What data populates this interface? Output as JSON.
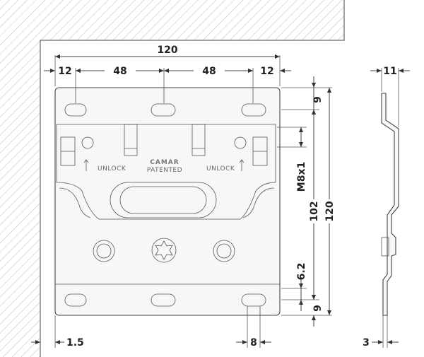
{
  "drawing": {
    "dimensions": {
      "overall_width": "120",
      "edge_left": "12",
      "slot_left": "48",
      "slot_right": "48",
      "edge_right": "12",
      "side_width": "11",
      "top_offset": "9",
      "thread": "M8x1",
      "slot_span": "102",
      "overall_height": "120",
      "bottom_gap": "6.2",
      "bottom_offset": "9",
      "wall_gap": "1.5",
      "slot_width": "8",
      "thickness": "3"
    },
    "labels": {
      "brand": "CAMAR",
      "patented": "PATENTED",
      "unlock_left": "UNLOCK",
      "unlock_right": "UNLOCK"
    },
    "colors": {
      "line": "#444444",
      "hatch": "#bbbbbb",
      "text": "#222222"
    }
  }
}
